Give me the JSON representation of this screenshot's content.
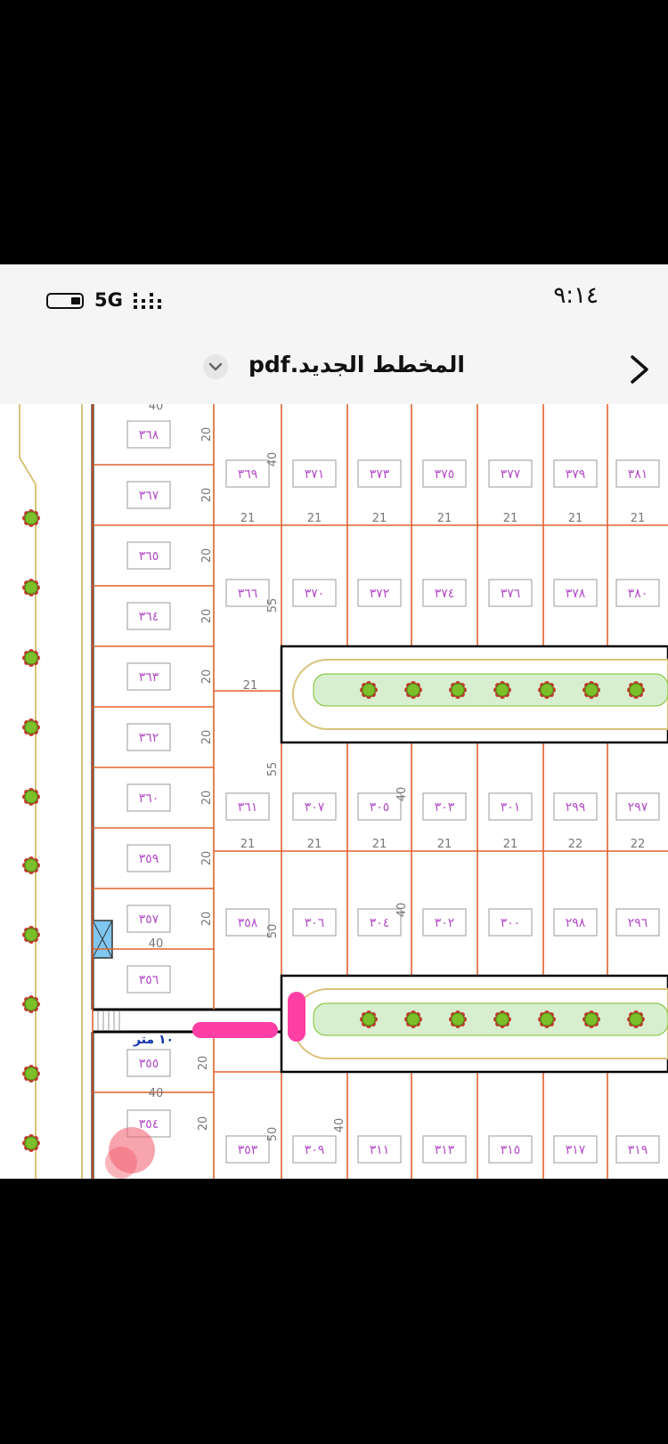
{
  "status_bar": {
    "time": "٩:١٤",
    "network": "5G"
  },
  "title_bar": {
    "document_title": "المخطط الجديد.pdf",
    "dropdown_icon": "chevron-down-icon",
    "back_icon": "chevron-right-icon"
  },
  "plan": {
    "street_label": "١٠ متر",
    "colors": {
      "lot_line": "#e0622e",
      "lot_label": "#b34cc7",
      "street_outline": "#000000",
      "median_fill": "#d7efcf",
      "median_edge": "#d9c27a",
      "tree": "#7bbf2a",
      "marker": "#ff3fa4",
      "kiosk": "#7fc6f0"
    },
    "left_column_lots": [
      "٣٦٨",
      "٣٦٧",
      "٣٦٥",
      "٣٦٤",
      "٣٦٣",
      "٣٦٢",
      "٣٦٠",
      "٣٥٩",
      "٣٥٧",
      "٣٥٦",
      "٣٥٥",
      "٣٥٤"
    ],
    "block_a_top_lots": [
      "٣٦٩",
      "٣٧١",
      "٣٧٣",
      "٣٧٥",
      "٣٧٧",
      "٣٧٩",
      "٣٨١"
    ],
    "block_a_bottom_lots": [
      "٣٦٦",
      "٣٧٠",
      "٣٧٢",
      "٣٧٤",
      "٣٧٦",
      "٣٧٨",
      "٣٨٠"
    ],
    "block_b_top_lots": [
      "٣٦١",
      "٣٠٧",
      "٣٠٥",
      "٣٠٣",
      "٣٠١",
      "٢٩٩",
      "٢٩٧"
    ],
    "block_b_bottom_lots": [
      "٣٥٨",
      "٣٠٦",
      "٣٠٤",
      "٣٠٢",
      "٣٠٠",
      "٢٩٨",
      "٢٩٦"
    ],
    "block_c_lots": [
      "٣٥٣",
      "٣٠٩",
      "٣١١",
      "٣١٣",
      "٣١٥",
      "٣١٧",
      "٣١٩"
    ],
    "dimensions": {
      "d20": "20",
      "d21": "21",
      "d22": "22",
      "d40": "40",
      "d50": "50",
      "d55": "55"
    }
  }
}
